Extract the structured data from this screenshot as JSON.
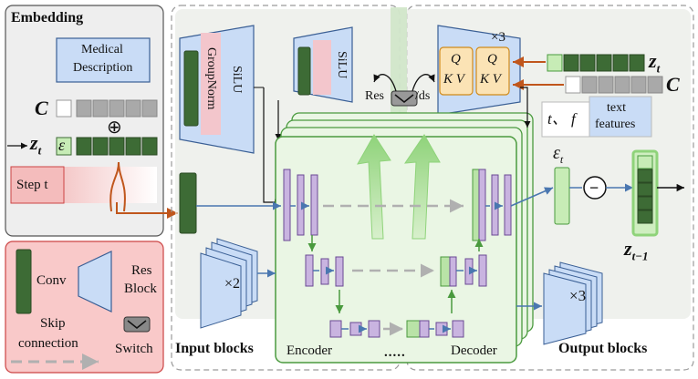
{
  "embedding": {
    "title": "Embedding",
    "medical_description": [
      "Medical",
      "Description"
    ],
    "c_symbol": "C",
    "z_symbol": "z",
    "z_sub": "t",
    "eps_symbol": "ε",
    "plus_symbol": "⊕",
    "step_label": "Step t"
  },
  "legend": {
    "conv": "Conv",
    "res_block": [
      "Res",
      "Block"
    ],
    "skip_connection": [
      "Skip",
      "connection"
    ],
    "switch": "Switch"
  },
  "input_blocks": {
    "title": "Input blocks",
    "groupnorm": "GroupNorm",
    "silu": "SiLU",
    "silu2": "SiLU",
    "multiplier": "×2"
  },
  "middle": {
    "res_label": "Res",
    "ds_label": "/ds",
    "qkv_mult": "×3",
    "q": "Q",
    "kv": "K  V",
    "encoder": "Encoder",
    "decoder": "Decoder",
    "ellipsis": "....."
  },
  "output": {
    "title": "Output blocks",
    "multiplier": "×3",
    "z_symbol": "z",
    "z_t": "t",
    "c_symbol": "C",
    "t_f": "t、 f",
    "text_features": [
      "text",
      "features"
    ],
    "eps": "ε",
    "eps_sub": "t",
    "minus": "−",
    "z_out": "z",
    "z_out_sub": "t−1"
  },
  "colors": {
    "dark_green": "#3d6b35",
    "light_green": "#b9e3a7",
    "blue_block": "#c9dcf6",
    "pink": "#f6c7c7",
    "purple": "#c9b4e0",
    "panel_gray": "#eaeaea",
    "arrow_brown": "#c0561c",
    "arrow_blue": "#4a77b0"
  }
}
